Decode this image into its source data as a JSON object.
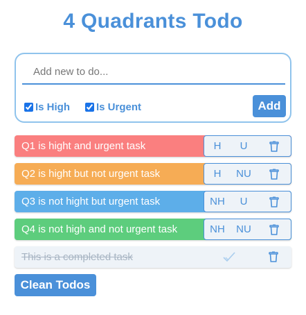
{
  "app": {
    "title": "4 Quadrants Todo"
  },
  "add_form": {
    "placeholder": "Add new to do...",
    "value": "",
    "is_high_label": "Is High",
    "is_high_checked": true,
    "is_urgent_label": "Is Urgent",
    "is_urgent_checked": true,
    "add_label": "Add"
  },
  "todos": [
    {
      "text": "Q1 is hight and urgent task",
      "priority": "H",
      "urgency": "U",
      "color": "#fa7f7f",
      "completed": false
    },
    {
      "text": "Q2 is hight but not urgent task",
      "priority": "H",
      "urgency": "NU",
      "color": "#f6ac55",
      "completed": false
    },
    {
      "text": "Q3 is not hight but urgent task",
      "priority": "NH",
      "urgency": "U",
      "color": "#5daee9",
      "completed": false
    },
    {
      "text": "Q4 is not high and not urgent task",
      "priority": "NH",
      "urgency": "NU",
      "color": "#5dcd7d",
      "completed": false
    },
    {
      "text": "This is a completed task",
      "color": "#eef3f8",
      "completed": true,
      "status_icon": "check-icon"
    }
  ],
  "clean_label": "Clean Todos",
  "colors": {
    "accent": "#4a90d9"
  }
}
